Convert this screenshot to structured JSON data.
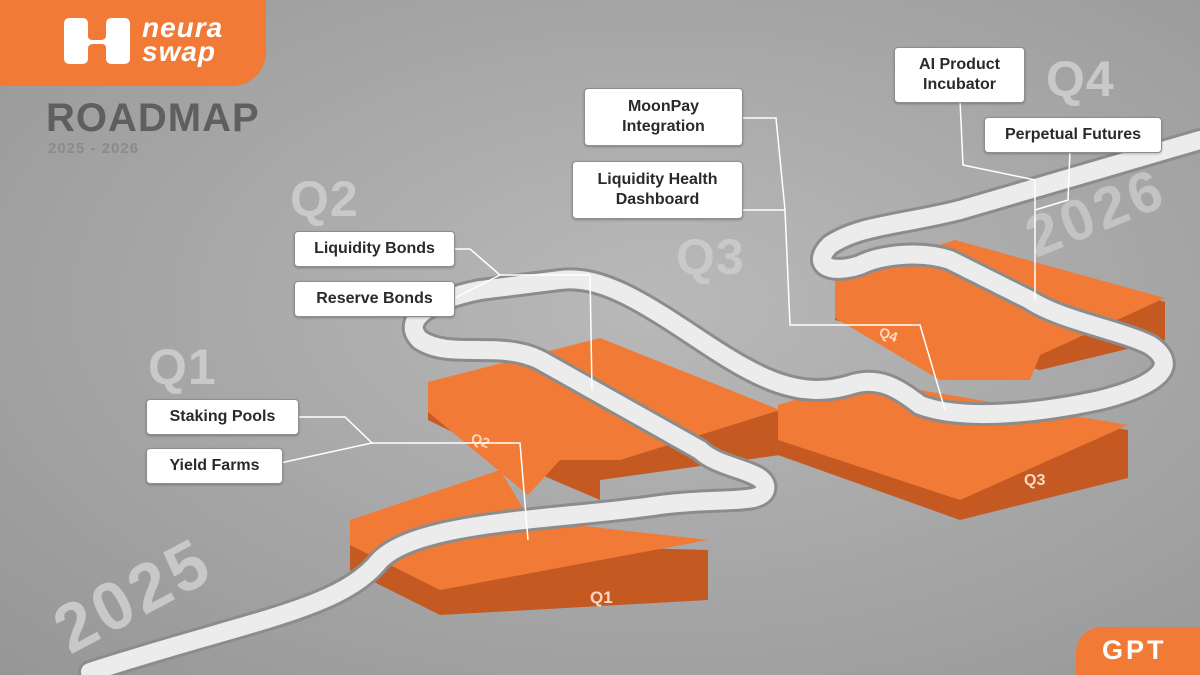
{
  "brand": {
    "logo_line1": "neura",
    "logo_line2": "swap",
    "accent_color": "#f07a36",
    "logo_mark_icon": "neura-swap-logo-icon"
  },
  "header": {
    "title": "ROADMAP",
    "years": "2025 - 2026"
  },
  "timeline": {
    "start_year": "2025",
    "end_year": "2026",
    "quarter_headings": [
      "Q1",
      "Q2",
      "Q3",
      "Q4"
    ],
    "platform_labels": [
      "Q1",
      "Q2",
      "Q3",
      "Q4"
    ]
  },
  "milestones": {
    "q1": [
      "Staking Pools",
      "Yield Farms"
    ],
    "q2": [
      "Liquidity Bonds",
      "Reserve Bonds"
    ],
    "q3": [
      "MoonPay Integration",
      "Liquidity Health Dashboard"
    ],
    "q4": [
      "AI Product Incubator",
      "Perpetual Futures"
    ]
  },
  "footer": {
    "badge_text": "GPT"
  }
}
